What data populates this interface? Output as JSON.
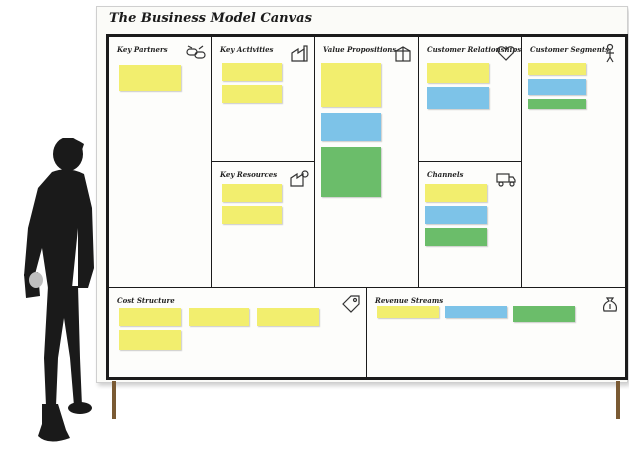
{
  "board": {
    "title": "The Business Model Canvas"
  },
  "cells": {
    "key_partners": {
      "title": "Key Partners",
      "icon": "chain-link-icon"
    },
    "key_activities": {
      "title": "Key Activities",
      "icon": "factory-icon"
    },
    "key_resources": {
      "title": "Key Resources",
      "icon": "factory-icon"
    },
    "value_propositions": {
      "title": "Value Propositions",
      "icon": "gift-icon"
    },
    "customer_relationships": {
      "title": "Customer Relationships",
      "icon": "heart-icon"
    },
    "channels": {
      "title": "Channels",
      "icon": "truck-icon"
    },
    "customer_segments": {
      "title": "Customer Segments",
      "icon": "person-icon"
    },
    "cost_structure": {
      "title": "Cost Structure",
      "icon": "price-tag-icon"
    },
    "revenue_streams": {
      "title": "Revenue Streams",
      "icon": "money-bag-icon"
    }
  },
  "colors": {
    "yellow_note": "#f2ee6e",
    "blue_note": "#7dc3e8",
    "green_note": "#6bbd6a",
    "board_frame": "#1b1b1b",
    "leg": "#7a5a33",
    "silhouette": "#1a1a1a"
  }
}
